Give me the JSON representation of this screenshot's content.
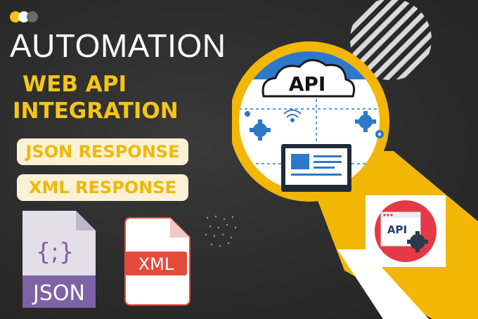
{
  "heading": {
    "title": "AUTOMATION",
    "subtitle_line1": "WEB API",
    "subtitle_line2": "INTEGRATION"
  },
  "pills": {
    "json_response": "JSON RESPONSE",
    "xml_response": "XML RESPONSE"
  },
  "illustration": {
    "cloud_label": "API",
    "badge_label": "API"
  },
  "files": {
    "json_label": "JSON",
    "json_glyph": "{;}",
    "xml_label": "XML"
  },
  "colors": {
    "background": "#2c2c2c",
    "accent_yellow": "#f5c518",
    "pill_bg": "#fbf1d6",
    "badge_red": "#e63946",
    "json_purple": "#7e62a6",
    "xml_red": "#e64a3b",
    "circle_blue": "#2e78c9"
  },
  "icons": [
    "toggle-dots-icon",
    "cloud-icon",
    "wifi-icon",
    "gear-icon",
    "monitor-icon",
    "file-icon"
  ]
}
